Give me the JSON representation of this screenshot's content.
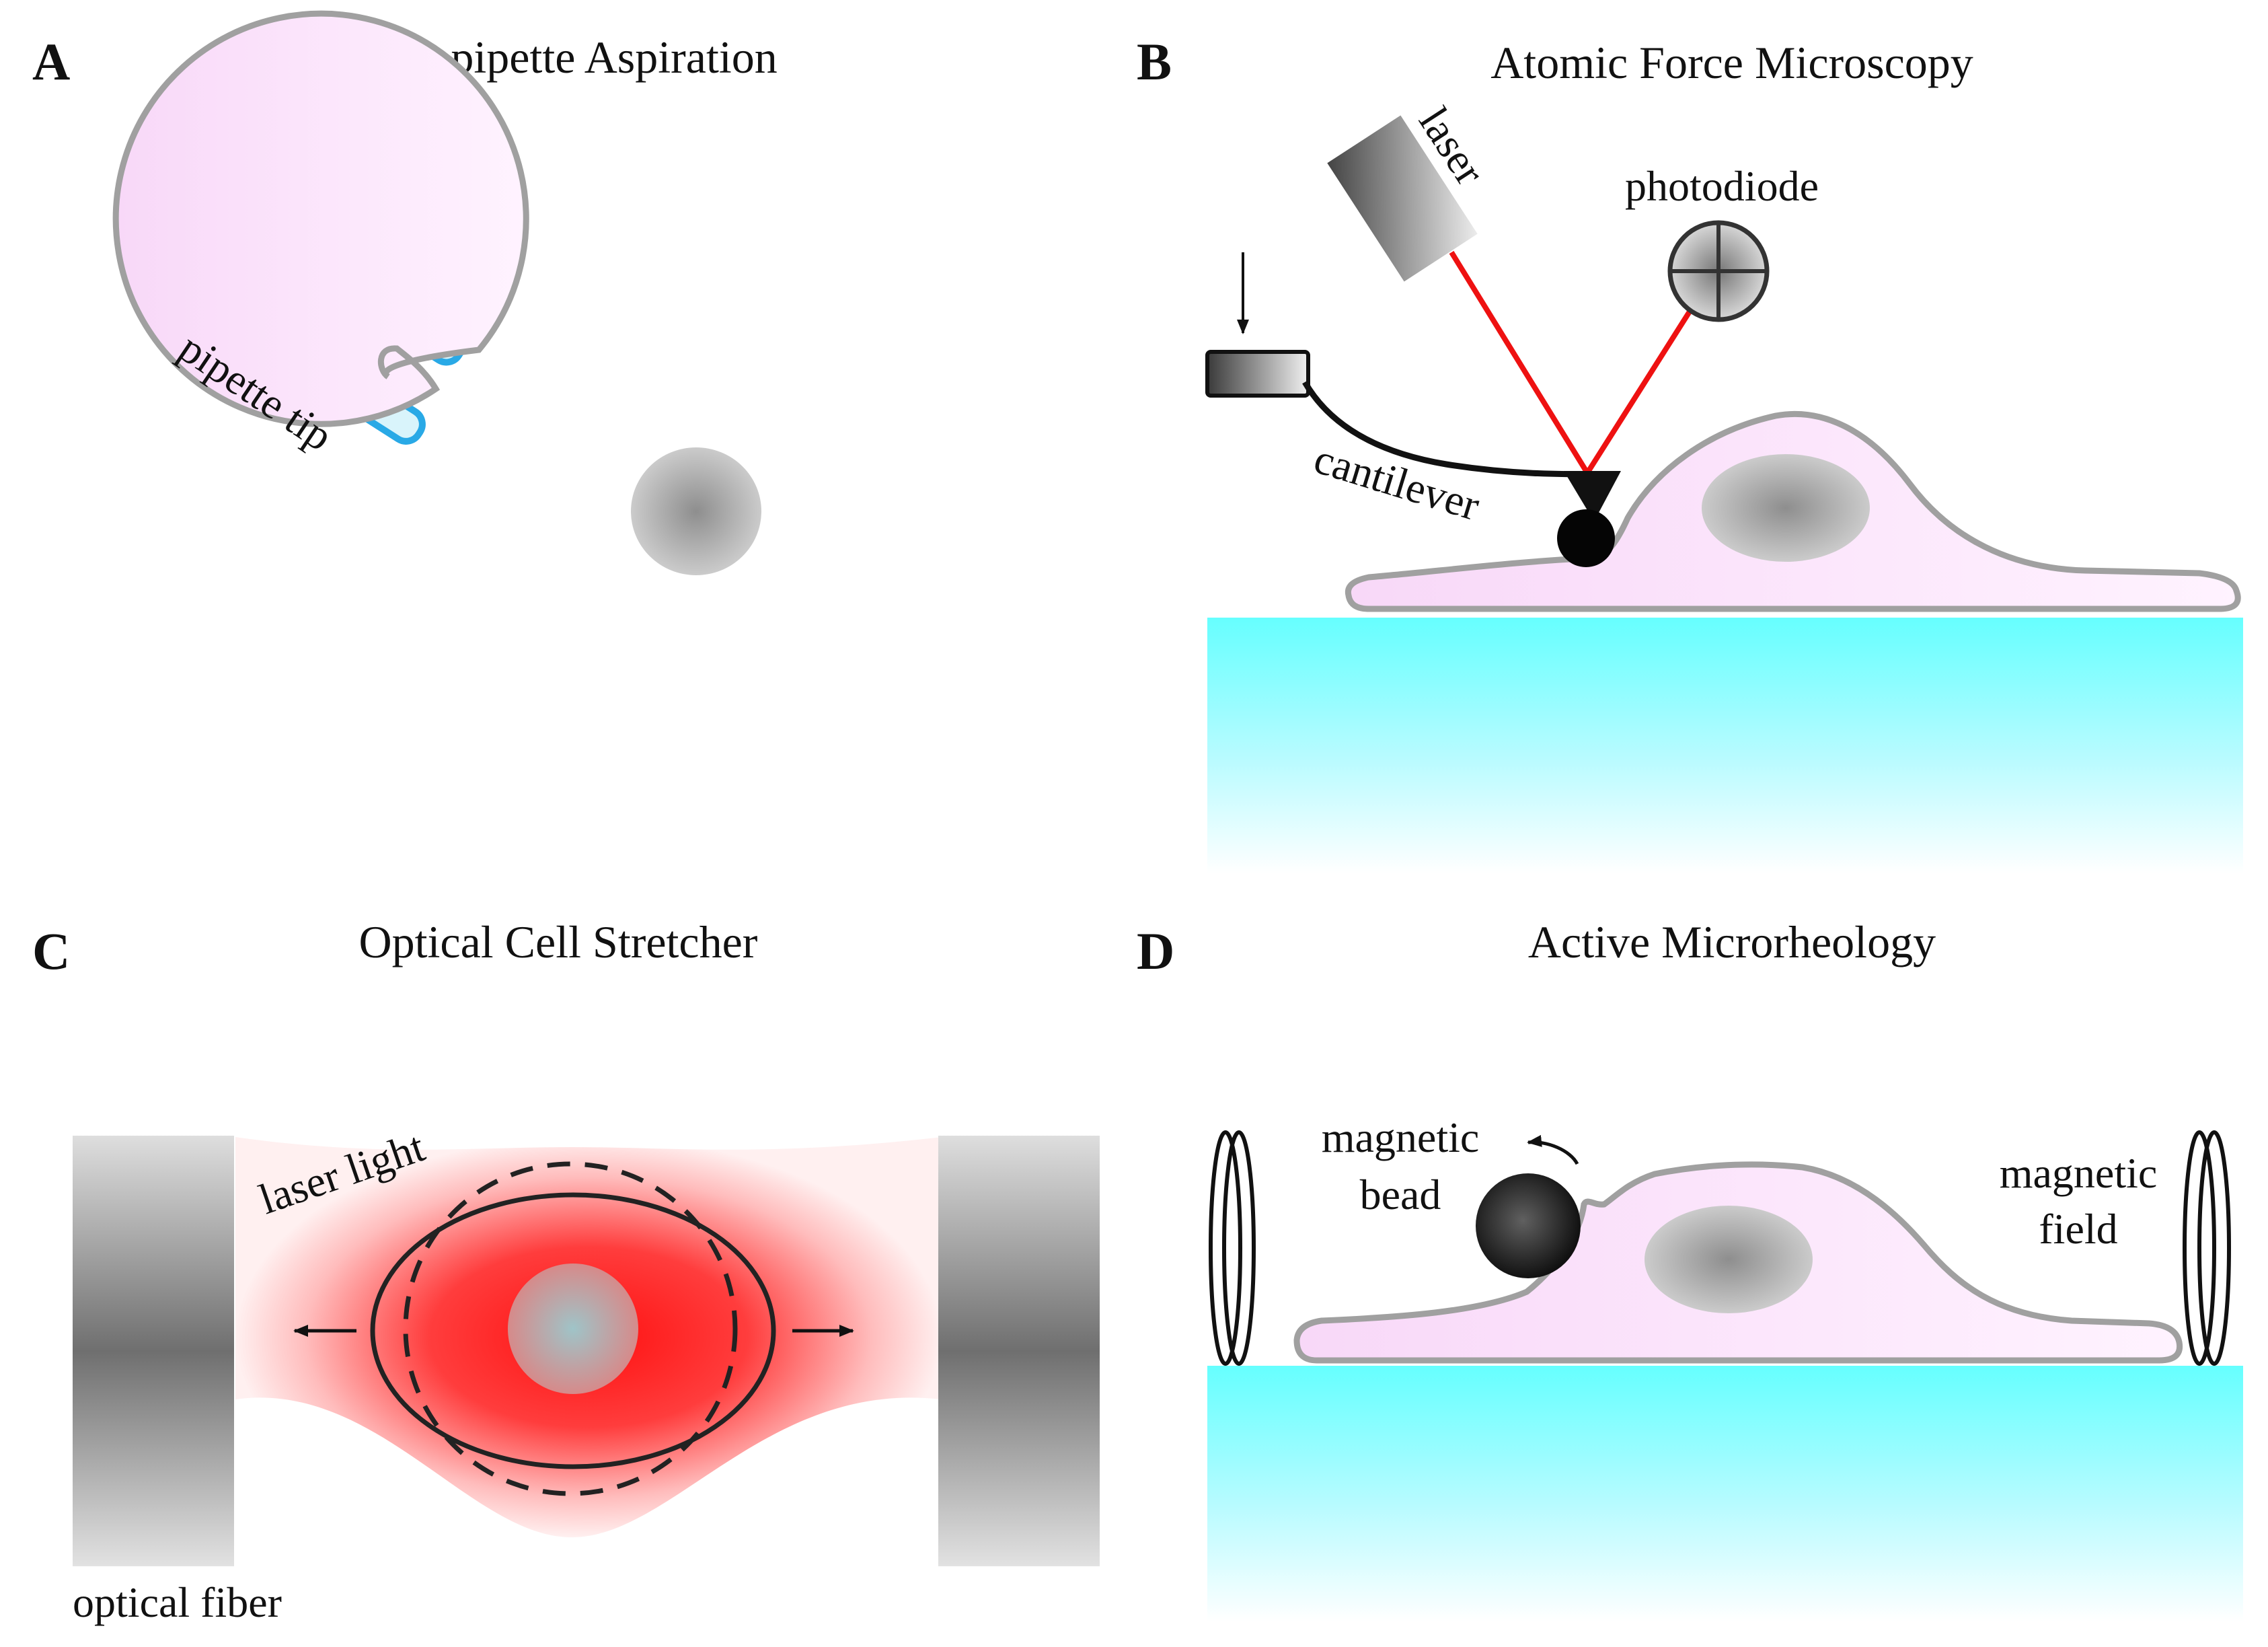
{
  "panels": {
    "a": {
      "letter": "A",
      "title": "Micropipette Aspiration",
      "labels": {
        "pipette_tip": "pipette tip"
      }
    },
    "b": {
      "letter": "B",
      "title": "Atomic Force Microscopy",
      "labels": {
        "laser": "laser",
        "photodiode": "photodiode",
        "cantilever": "cantilever"
      }
    },
    "c": {
      "letter": "C",
      "title": "Optical Cell Stretcher",
      "labels": {
        "laser_light": "laser light",
        "optical_fiber": "optical fiber"
      }
    },
    "d": {
      "letter": "D",
      "title": "Active Microrheology",
      "labels": {
        "magnetic_bead_1": "magnetic",
        "magnetic_bead_2": "bead",
        "magnetic_field_1": "magnetic",
        "magnetic_field_2": "field"
      }
    }
  },
  "colors": {
    "cell_fill": "#fbe0fb",
    "cell_outline": "#a0a0a0",
    "pipette_outline": "#29a9e6",
    "pipette_fill": "#d9f4fb",
    "substrate": "#77ffff",
    "laser_beam": "#ee1111",
    "nucleus": "#b0b0b0"
  }
}
